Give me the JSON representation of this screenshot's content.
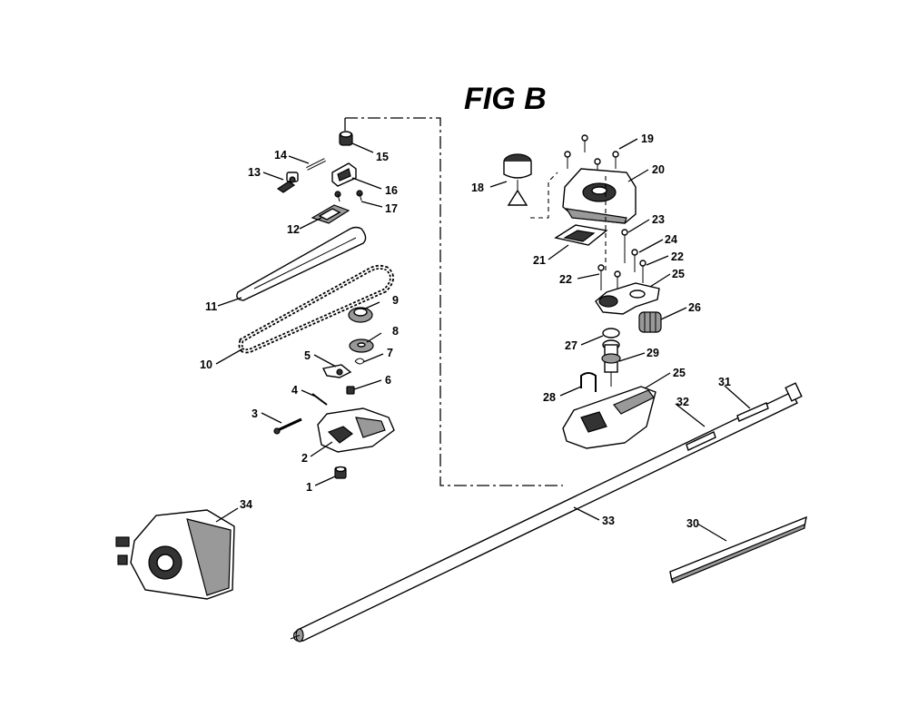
{
  "figure": {
    "title": "FIG B"
  },
  "callouts": [
    {
      "id": "c1",
      "text": "1"
    },
    {
      "id": "c2",
      "text": "2"
    },
    {
      "id": "c3",
      "text": "3"
    },
    {
      "id": "c4",
      "text": "4"
    },
    {
      "id": "c5",
      "text": "5"
    },
    {
      "id": "c6",
      "text": "6"
    },
    {
      "id": "c7",
      "text": "7"
    },
    {
      "id": "c8",
      "text": "8"
    },
    {
      "id": "c9",
      "text": "9"
    },
    {
      "id": "c10",
      "text": "10"
    },
    {
      "id": "c11",
      "text": "11"
    },
    {
      "id": "c12",
      "text": "12"
    },
    {
      "id": "c13",
      "text": "13"
    },
    {
      "id": "c14",
      "text": "14"
    },
    {
      "id": "c15",
      "text": "15"
    },
    {
      "id": "c16",
      "text": "16"
    },
    {
      "id": "c17",
      "text": "17"
    },
    {
      "id": "c18",
      "text": "18"
    },
    {
      "id": "c19",
      "text": "19"
    },
    {
      "id": "c20",
      "text": "20"
    },
    {
      "id": "c21",
      "text": "21"
    },
    {
      "id": "c22a",
      "text": "22"
    },
    {
      "id": "c22b",
      "text": "22"
    },
    {
      "id": "c23",
      "text": "23"
    },
    {
      "id": "c24",
      "text": "24"
    },
    {
      "id": "c25a",
      "text": "25"
    },
    {
      "id": "c25b",
      "text": "25"
    },
    {
      "id": "c26",
      "text": "26"
    },
    {
      "id": "c27",
      "text": "27"
    },
    {
      "id": "c28",
      "text": "28"
    },
    {
      "id": "c29",
      "text": "29"
    },
    {
      "id": "c30",
      "text": "30"
    },
    {
      "id": "c31",
      "text": "31"
    },
    {
      "id": "c32",
      "text": "32"
    },
    {
      "id": "c33",
      "text": "33"
    },
    {
      "id": "c34",
      "text": "34"
    }
  ]
}
